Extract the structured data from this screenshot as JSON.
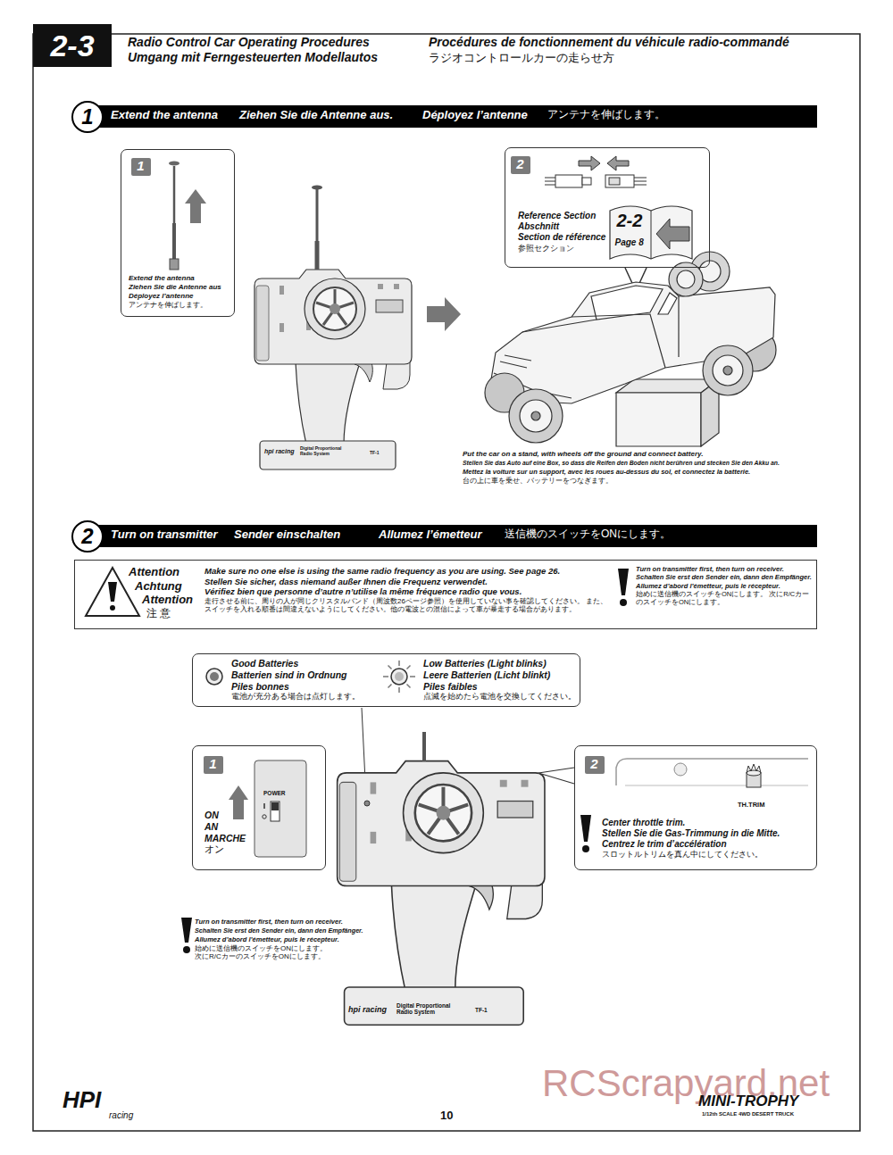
{
  "diagram": {
    "title": "Radio Control Car Operating Procedures",
    "nodes": [
      {
        "text": [
          "2-3"
        ]
      },
      {
        "text": [
          "Extend the antenna",
          "Ziehen Sie die Antenne aus.",
          "Déployez l’antenne",
          "アンテナを伸ばします。"
        ]
      },
      {
        "text": [
          "1"
        ],
        "in": 1
      },
      {
        "text": [
          "Extend the antenna",
          "Ziehen Sie die Antenne aus",
          "Déployez l’antenne",
          "アンテナを伸ばします。"
        ]
      },
      {
        "text": [
          "1"
        ],
        "in": 3
      },
      {
        "text": [
          "Reference Section",
          "Abschnitt",
          "Section de référence",
          "参照セクション"
        ]
      },
      {
        "text": [
          "2"
        ],
        "in": 5
      },
      {
        "text": [
          "2-2",
          "Page 8"
        ],
        "in": 5
      },
      {
        "text": [
          "Turn on transmitter",
          "Sender einschalten",
          "Allumez l’émetteur",
          "送信機のスイッチをONにします。"
        ]
      },
      {
        "text": [
          "2"
        ],
        "in": 8
      },
      {
        "text": [
          "Attention",
          "Achtung",
          "Attention",
          "注 意",
          "Make sure no one else is using the same radio frequency as you are using. See page 26.",
          "Stellen Sie sicher, dass niemand außer Ihnen die Frequenz verwendet.",
          "Vérifiez bien que personne d’autre n’utilise la même fréquence radio que vous.",
          "走行させる前に、周りの人が同じクリスタルバンド（周波数26ページ参照）を使用していない事を確認してください。 また、スイッチを入れる順番は間違えないようにしてください。他の電波との混信によって車が暴走する場合があります。",
          "Turn on transmitter first, then turn on receiver.",
          "Schalten Sie erst den Sender ein, dann den Empfänger.",
          "Allumez d’abord l’émetteur, puis le récepteur.",
          "始めに送信機のスイッチをONにします。 次にR/CカーのスイッチをONにします。"
        ]
      },
      {
        "text": [
          "Good Batteries",
          "Batterien sind in Ordnung",
          "Piles bonnes",
          "電池が充分ある場合は点灯します。",
          "Low Batteries (Light blinks)",
          "Leere Batterien (Licht blinkt)",
          "Piles faibles",
          "点滅を始めたら電池を交換してください。"
        ]
      },
      {
        "text": [
          "ON",
          "AN",
          "MARCHE",
          "オン"
        ]
      },
      {
        "text": [
          "1"
        ],
        "in": 12
      },
      {
        "text": [
          "Center throttle trim.",
          "Stellen Sie die Gas-Trimmung in die Mitte.",
          "Centrez le trim d’accélération",
          "スロットルトリムを真ん中にしてください。"
        ]
      },
      {
        "text": [
          "2"
        ],
        "in": 14
      }
    ],
    "labels": [
      "Umgang mit Ferngesteuerten Modellautos",
      "Procédures de fonctionnement du véhicule radio-commandé",
      "ラジオコントロールカーの走らせ方",
      "Put the car on a stand, with wheels off the ground and connect battery.",
      "Stellen Sie das Auto auf eine Box, so dass die Reifen den Boden nicht berühren und stecken Sie den Akku an.",
      "Mettez la voiture sur un support, avec les roues au-dessus du sol, et connectez la batterie.",
      "台の上に車を乗せ、バッテリーをつなぎます。",
      "POWER",
      "TH.TRIM",
      "Turn on transmitter first, then turn on receiver.",
      "Schalten Sie erst den Sender ein, dann den Empfänger.",
      "Allumez d’abord l’émetteur, puis le récepteur.",
      "始めに送信機のスイッチをONにします。 次にR/CカーのスイッチをONにします。",
      "10",
      "RCScrapyard.net",
      "HPI",
      "racing",
      "hpi racing",
      "Digital Proportional Radio System",
      "TF-1",
      "hpi racing",
      "Digital Proportional Radio System",
      "TF-1",
      "MINI-TROPHY",
      "1/12th SCALE 4WD DESERT TRUCK"
    ]
  }
}
